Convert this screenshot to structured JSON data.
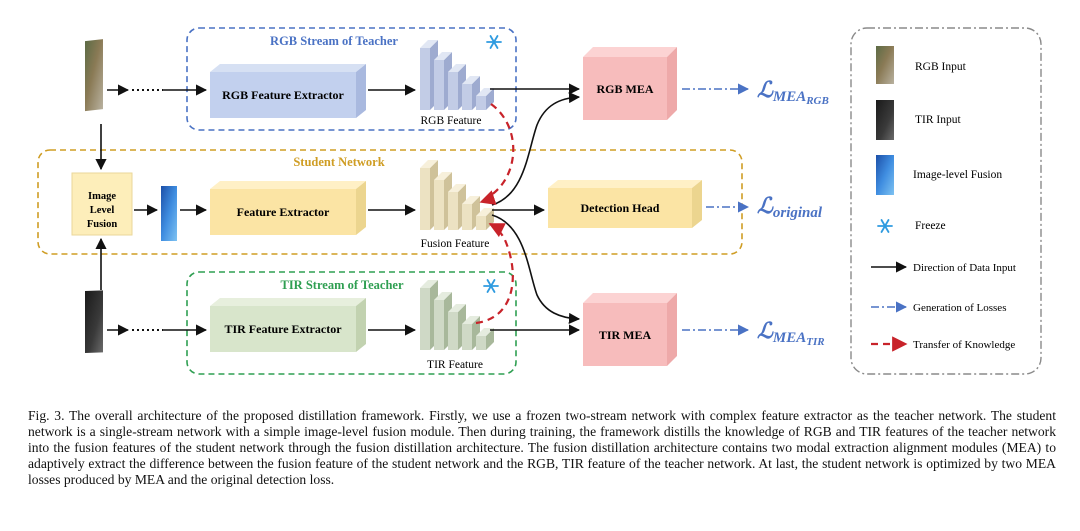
{
  "colors": {
    "blue": "#4a72c4",
    "orange": "#cf9d24",
    "green": "#2f9f52",
    "red": "#c8232a",
    "loss": "#4a72c4",
    "gray": "#8a8a8a"
  },
  "groups": {
    "rgb_teacher": "RGB Stream of Teacher",
    "student": "Student Network",
    "tir_teacher": "TIR Stream of Teacher"
  },
  "blocks": {
    "rgb_extractor": "RGB Feature Extractor",
    "feature_extractor": "Feature Extractor",
    "tir_extractor": "TIR Feature Extractor",
    "fusion_line1": "Image",
    "fusion_line2": "Level",
    "fusion_line3": "Fusion",
    "rgb_mea": "RGB MEA",
    "detection_head": "Detection Head",
    "tir_mea": "TIR MEA"
  },
  "feature_labels": {
    "rgb": "RGB Feature",
    "fusion": "Fusion Feature",
    "tir": "TIR Feature"
  },
  "losses": {
    "symbol": "ℒ",
    "rgb_sub_main": "MEA",
    "rgb_sub_sub": "RGB",
    "original_sub": "original",
    "tir_sub_main": "MEA",
    "tir_sub_sub": "TIR"
  },
  "legend": {
    "rgb_input": "RGB Input",
    "tir_input": "TIR Input",
    "fusion": "Image-level Fusion",
    "freeze": "Freeze",
    "data_input": "Direction of Data Input",
    "losses": "Generation of Losses",
    "knowledge": "Transfer of Knowledge"
  },
  "icons": {
    "freeze": "snowflake-icon"
  },
  "caption": "Fig. 3.  The overall architecture of the proposed distillation framework. Firstly, we use a frozen two-stream network with complex feature extractor as the teacher network. The student network is a single-stream network with a simple image-level fusion module. Then during training, the framework distills the knowledge of RGB and TIR features of the teacher network into the fusion features of the student network through the fusion distillation architecture. The fusion distillation architecture contains two modal extraction alignment modules (MEA) to adaptively extract the difference between the fusion feature of the student network and the RGB, TIR feature of the teacher network. At last, the student network is optimized by two MEA losses produced by MEA and the original detection loss."
}
